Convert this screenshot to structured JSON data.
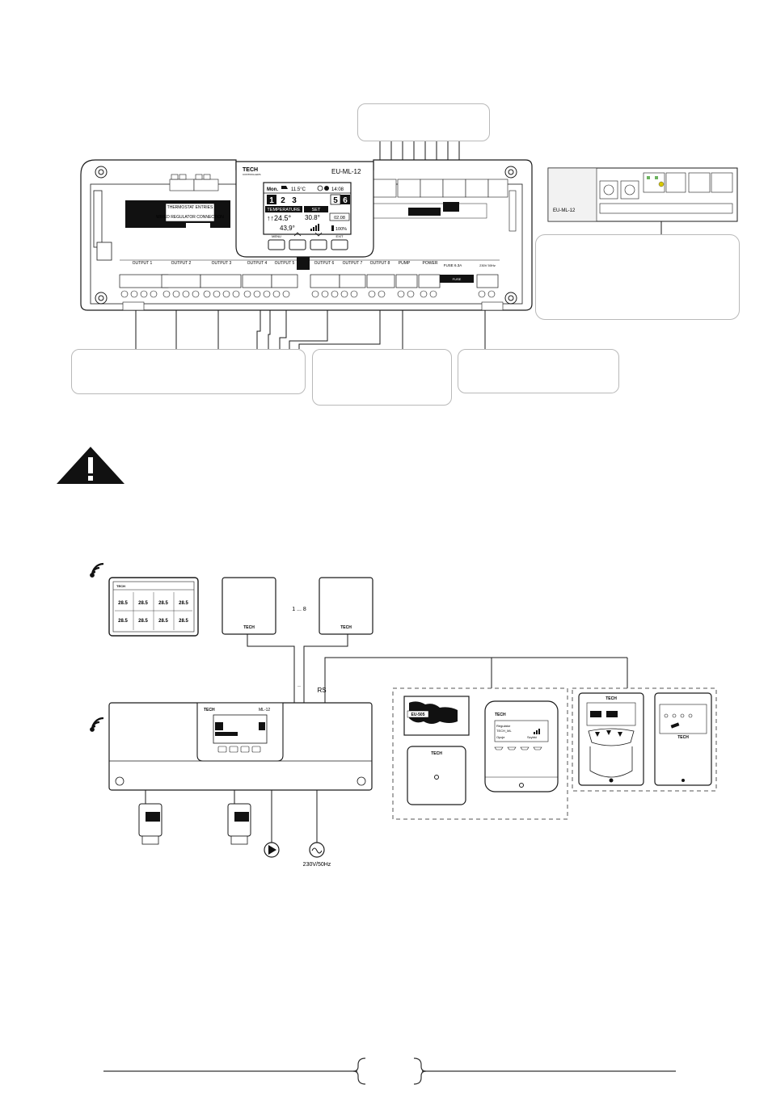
{
  "controller": {
    "brand": "TECH",
    "brand_sub": "CONTROLLERS",
    "model": "EU-ML-12",
    "screen": {
      "location": "Mon.",
      "outdoor_temp": "11.5°C",
      "time": "14:08",
      "zones": [
        "1",
        "2",
        "3",
        "5",
        "6"
      ],
      "temperature_label": "TEMPERATURE",
      "current_temp": "↑↑24.5°",
      "set_label": "SET",
      "set_temp": "30.8°",
      "floor_temp": "43,9°",
      "date": "02.08",
      "battery": "100%"
    },
    "buttons": [
      "MENU",
      "",
      "",
      "EXIT"
    ],
    "outputs": [
      "OUTPUT 1",
      "OUTPUT 2",
      "OUTPUT 3",
      "OUTPUT 4",
      "OUTPUT 5",
      "OUTPUT 6",
      "OUTPUT 7",
      "OUTPUT 8"
    ],
    "pump_label": "PUMP",
    "power_label": "POWER",
    "fuse_label": "FUSE 6.3A",
    "fuse_tag": "FUSE",
    "volt_label": "230V 50Hz",
    "top_left_label_1": "THERMOSTAT ENTRIES",
    "top_left_label_2": "WIRED REGULATOR CONNECTION"
  },
  "expansion": {
    "model": "EU-ML-12"
  },
  "schematic": {
    "range_label": "1 ... 8",
    "rs_label": "RS",
    "wire_label": "—",
    "main_model": "ML-12",
    "main_brand": "TECH",
    "panel_brand": "TECH",
    "panel_values": [
      "28.5",
      "28.5",
      "28.5",
      "28.5",
      "28.5",
      "28.5",
      "28.5",
      "28.5"
    ],
    "sensor_brand": "TECH",
    "voltage": "230V/50Hz",
    "module_brand": "TECH",
    "module_brand_2": "TECH",
    "module_brand_3": "TECH",
    "map_label": "EU-505",
    "reg_text_1": "Regulator",
    "reg_text_2": "TECH_ML",
    "reg_text_3": "Opcje",
    "reg_text_4": "Szybki"
  },
  "colors": {
    "line": "#1a1a1a",
    "callout_border": "#b9b9b9",
    "dashed": "#555555"
  }
}
